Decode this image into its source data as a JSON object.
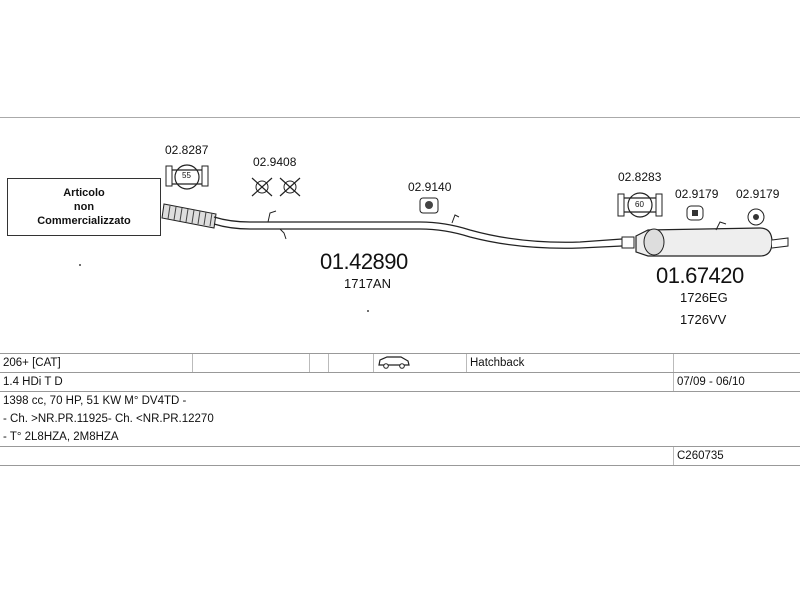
{
  "diagram": {
    "not_commercialized": {
      "line1": "Articolo",
      "line2": "non",
      "line3": "Commercializzato"
    },
    "parts": {
      "clamp_1": "02.8287",
      "clamp_1_size": "55",
      "hangers_1": "02.9408",
      "hanger_2": "02.9140",
      "front_pipe_code": "01.42890",
      "front_pipe_ref": "1717AN",
      "clamp_2": "02.8283",
      "clamp_2_size": "60",
      "hanger_3": "02.9179",
      "hanger_4": "02.9179",
      "muffler_code": "01.67420",
      "muffler_ref_1": "1726EG",
      "muffler_ref_2": "1726VV"
    }
  },
  "info": {
    "model": "206+  [CAT]",
    "body": "Hatchback",
    "engine": "1.4 HDi T D",
    "dates": "07/09 - 06/10",
    "spec": "1398 cc, 70 HP, 51 KW M° DV4TD -",
    "chassis": "- Ch. >NR.PR.11925- Ch. <NR.PR.12270",
    "engine_codes": "- T° 2L8HZA, 2M8HZA",
    "catalog_code": "C260735"
  }
}
